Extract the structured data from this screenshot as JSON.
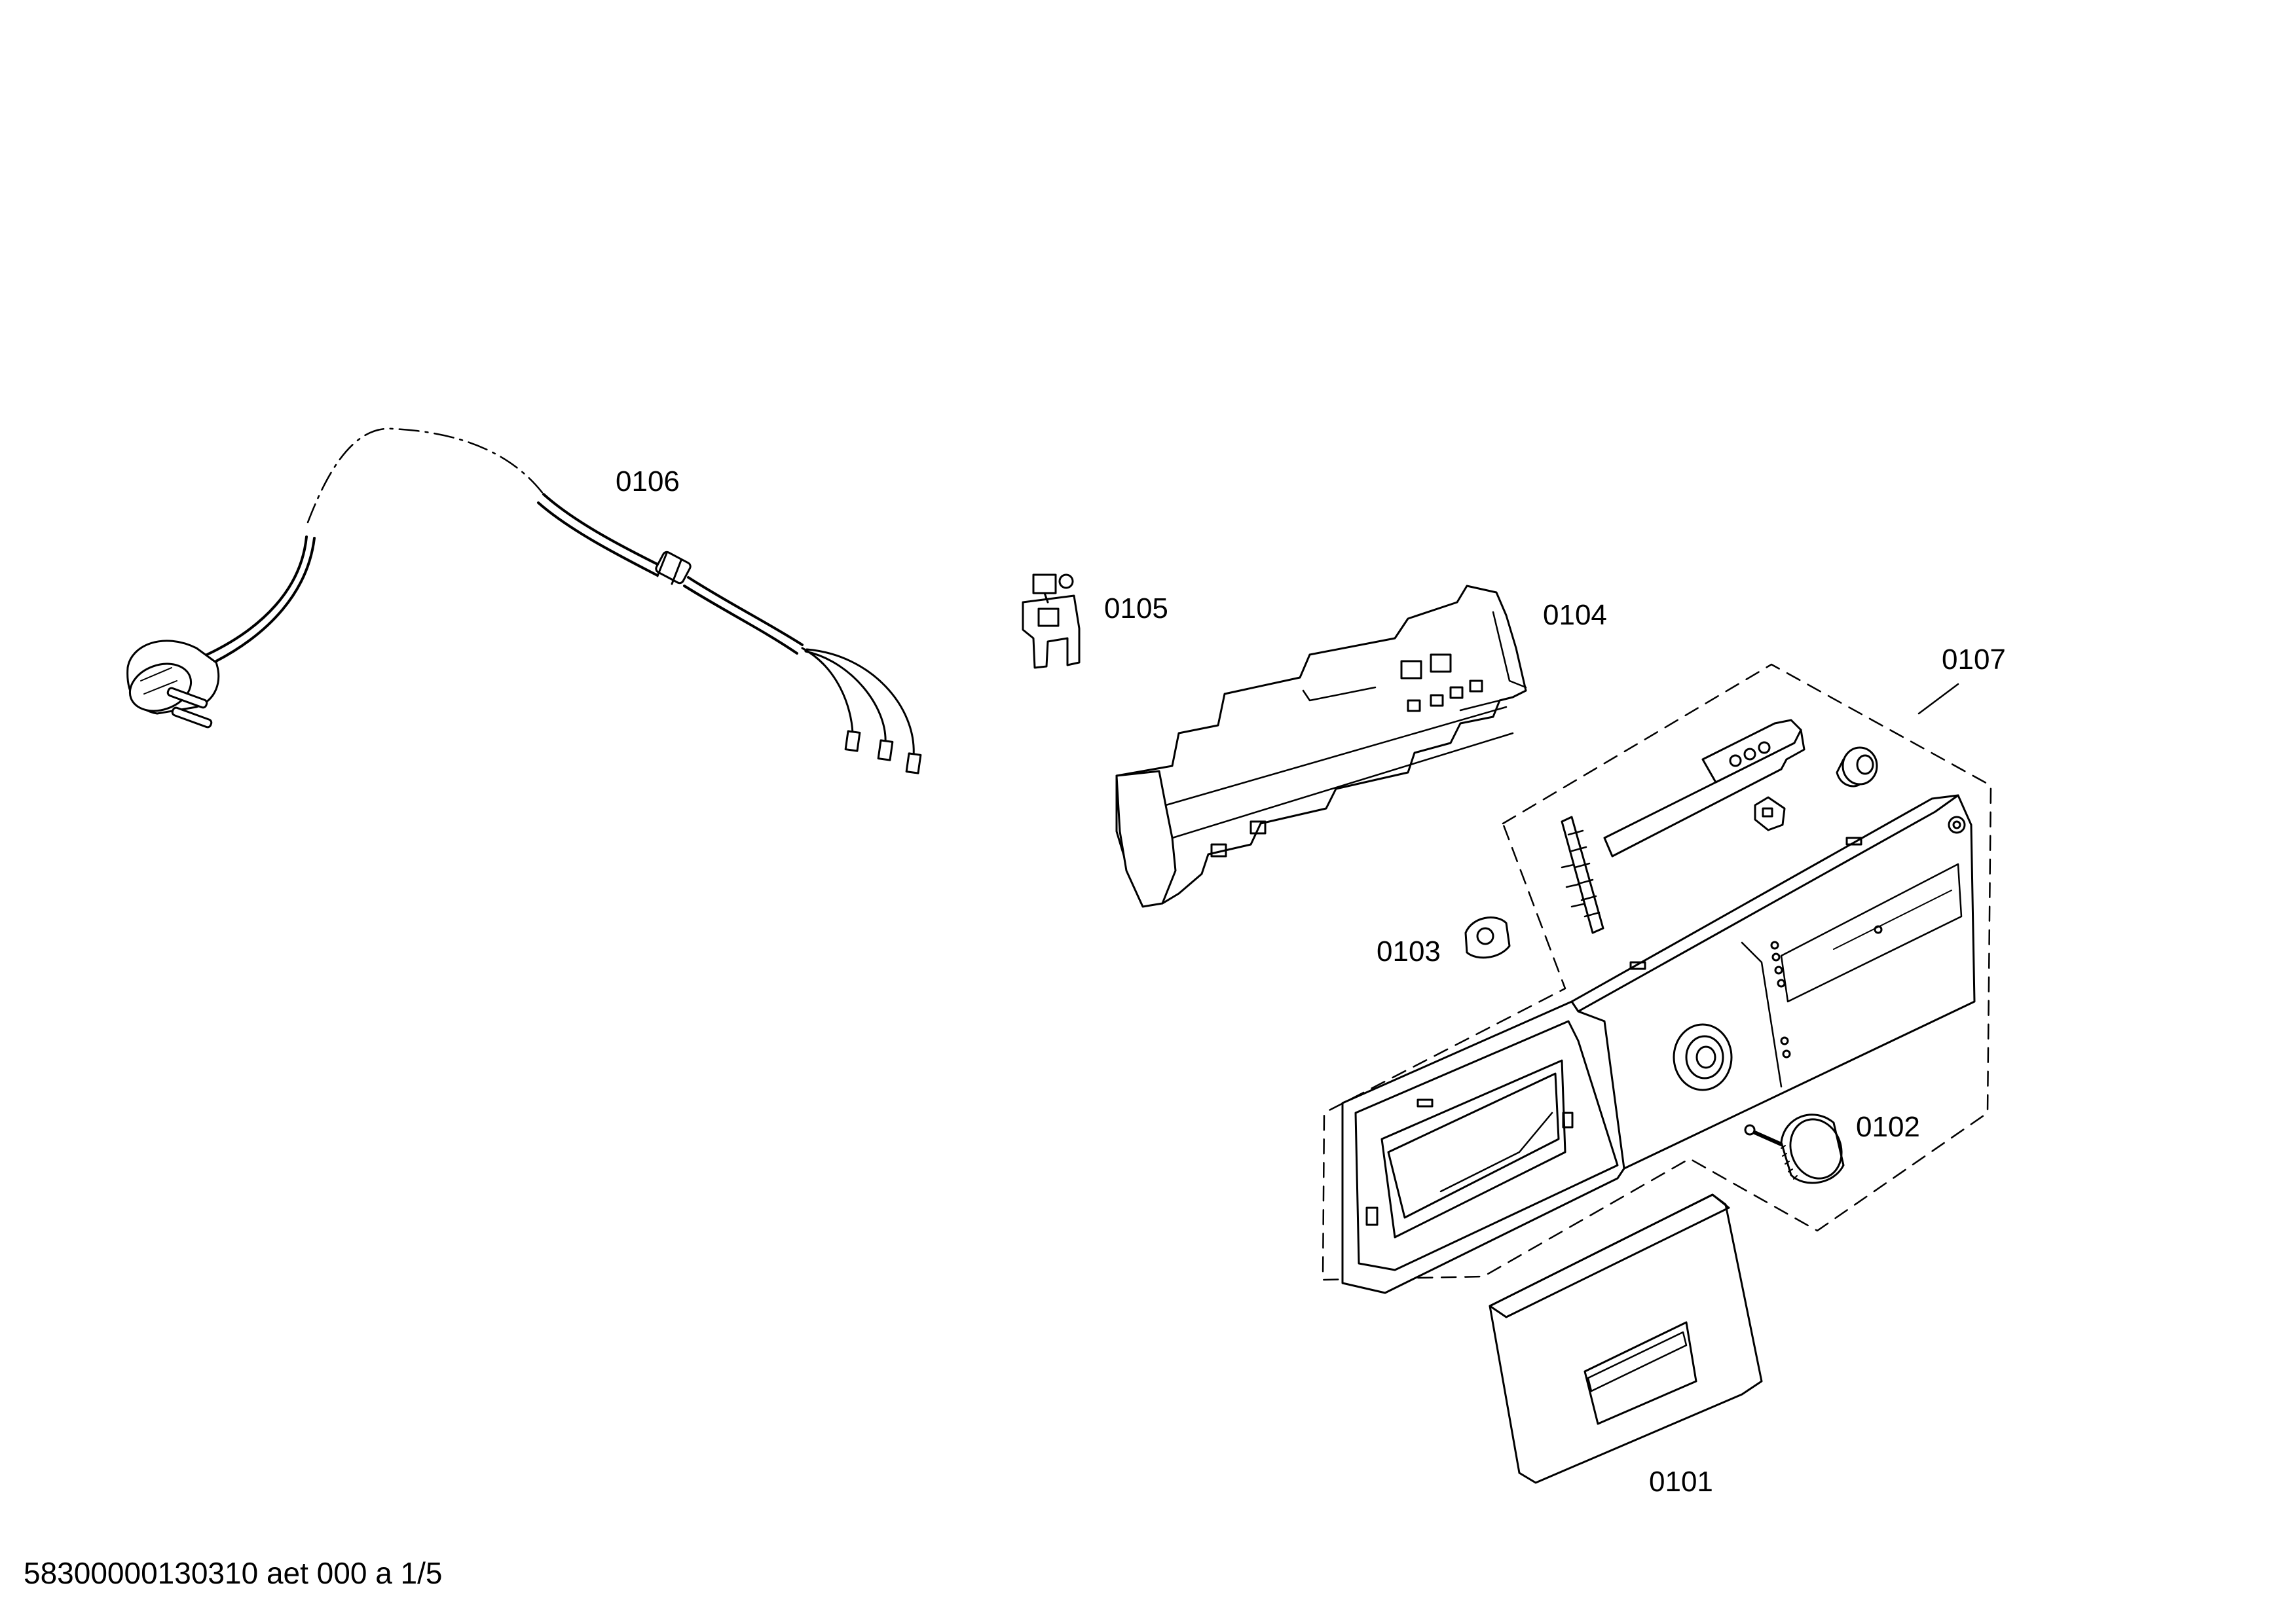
{
  "parts": [
    {
      "id": "p0101",
      "number": "0101",
      "name": "handle"
    },
    {
      "id": "p0102",
      "number": "0102",
      "name": "knob"
    },
    {
      "id": "p0103",
      "number": "0103",
      "name": "light-guide"
    },
    {
      "id": "p0104",
      "number": "0104",
      "name": "module-housing"
    },
    {
      "id": "p0105",
      "number": "0105",
      "name": "switch"
    },
    {
      "id": "p0106",
      "number": "0106",
      "name": "power-cord"
    },
    {
      "id": "p0107",
      "number": "0107",
      "name": "control-panel-group"
    }
  ],
  "footer": {
    "code": "58300000130310 aet 000 a 1/5"
  },
  "colors": {
    "line": "#000000",
    "background": "#ffffff",
    "face": "#ffffff"
  }
}
